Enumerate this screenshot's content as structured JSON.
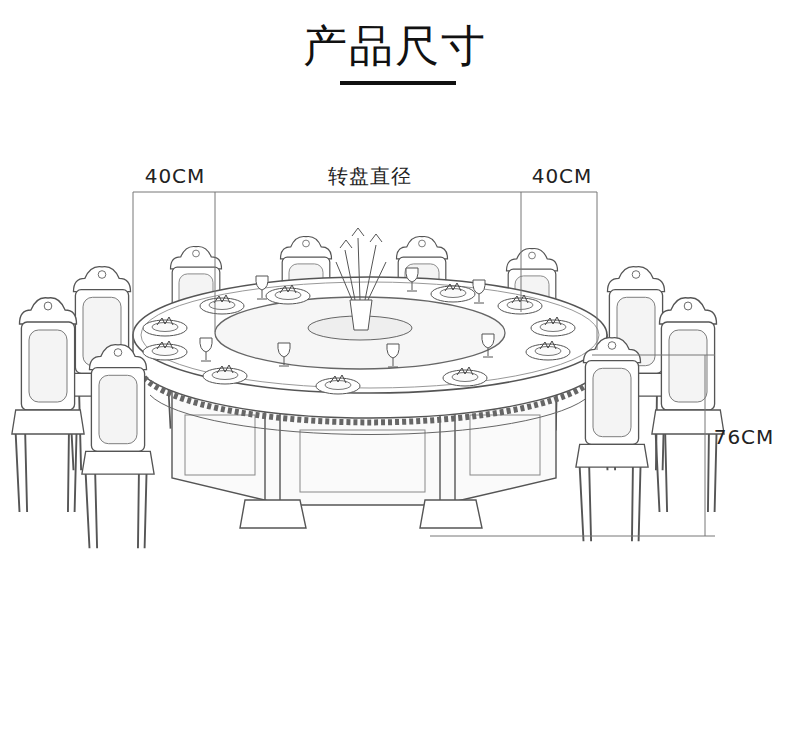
{
  "diagram": {
    "title": "产品尺寸",
    "labels": [
      "40CM",
      "转盘直径",
      "40CM",
      "76CM"
    ]
  }
}
